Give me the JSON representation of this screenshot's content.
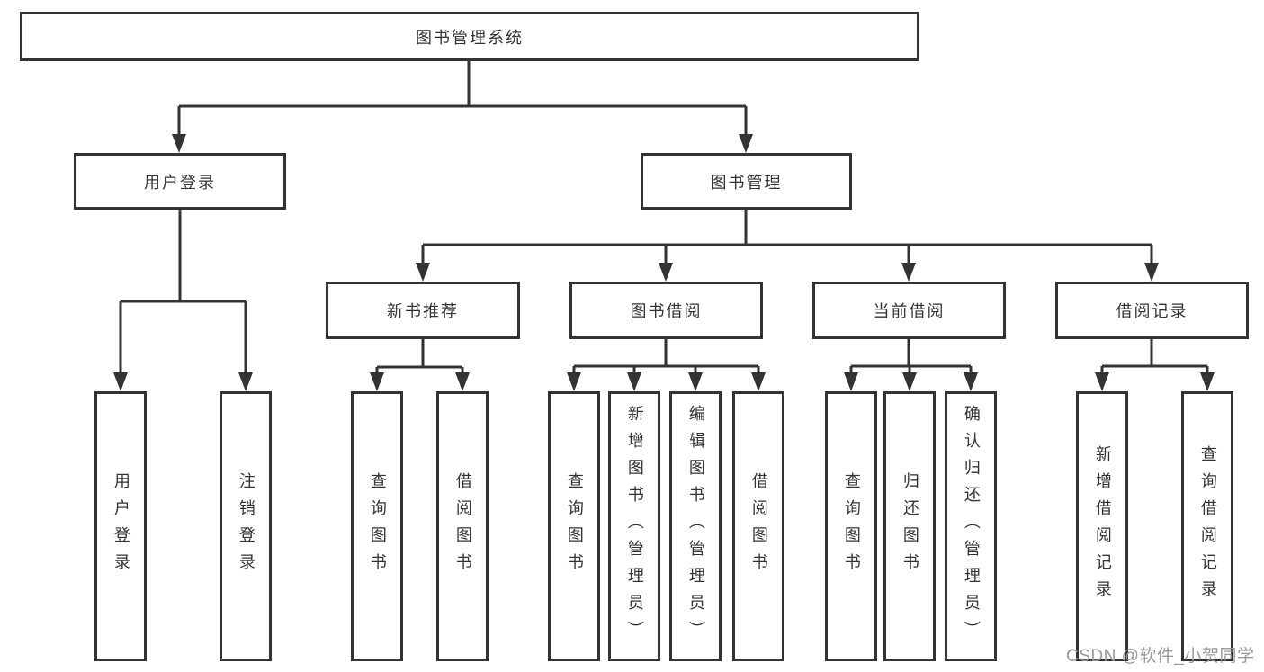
{
  "diagram": {
    "title_node": {
      "label": "图书管理系统"
    },
    "level2": [
      {
        "id": "user-login",
        "label": "用户登录"
      },
      {
        "id": "book-management",
        "label": "图书管理"
      }
    ],
    "level3": [
      {
        "id": "new-book-recommend",
        "label": "新书推荐"
      },
      {
        "id": "book-borrowing",
        "label": "图书借阅"
      },
      {
        "id": "current-borrowing",
        "label": "当前借阅"
      },
      {
        "id": "borrowing-records",
        "label": "借阅记录"
      }
    ],
    "leaves": [
      {
        "id": "user-login-leaf",
        "parent": "user-login",
        "label": "用户登录"
      },
      {
        "id": "logout",
        "parent": "user-login",
        "label": "注销登录"
      },
      {
        "id": "query-book-recommend",
        "parent": "new-book-recommend",
        "label": "查询图书"
      },
      {
        "id": "borrow-book-recommend",
        "parent": "new-book-recommend",
        "label": "借阅图书"
      },
      {
        "id": "query-book-borrowing",
        "parent": "book-borrowing",
        "label": "查询图书"
      },
      {
        "id": "add-book-admin",
        "parent": "book-borrowing",
        "label": "新增图书（管理员）"
      },
      {
        "id": "edit-book-admin",
        "parent": "book-borrowing",
        "label": "编辑图书（管理员）"
      },
      {
        "id": "borrow-book",
        "parent": "book-borrowing",
        "label": "借阅图书"
      },
      {
        "id": "query-book-current",
        "parent": "current-borrowing",
        "label": "查询图书"
      },
      {
        "id": "return-book",
        "parent": "current-borrowing",
        "label": "归还图书"
      },
      {
        "id": "confirm-return-admin",
        "parent": "current-borrowing",
        "label": "确认归还（管理员）"
      },
      {
        "id": "add-borrow-record",
        "parent": "borrowing-records",
        "label": "新增借阅记录"
      },
      {
        "id": "query-borrow-record",
        "parent": "borrowing-records",
        "label": "查询借阅记录"
      }
    ]
  },
  "watermark": {
    "text": "CSDN @软件_小贺同学"
  },
  "colors": {
    "line": "#333333",
    "box_border": "#333333",
    "box_fill": "#ffffff",
    "text": "#333333",
    "watermark": "#919396",
    "background": "#ffffff"
  }
}
